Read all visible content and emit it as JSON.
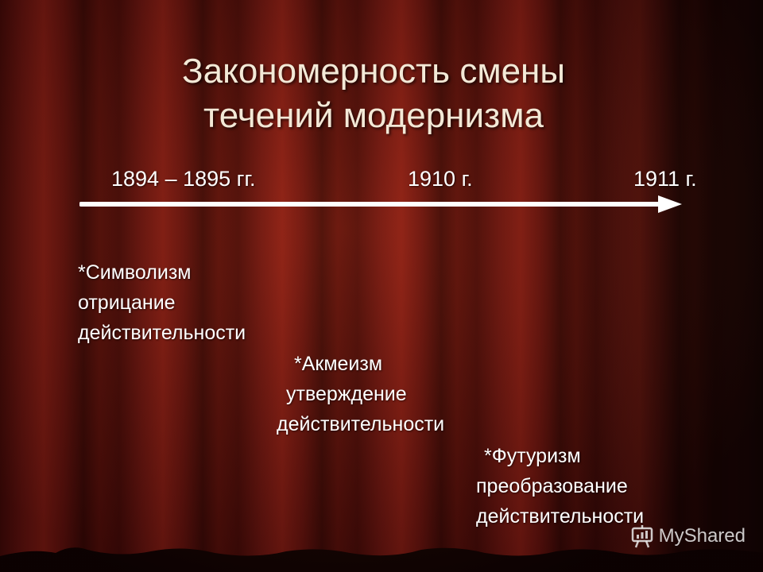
{
  "slide": {
    "title_line1": "Закономерность смены",
    "title_line2": "течений модернизма",
    "timeline": {
      "date1": "1894 – 1895 гг.",
      "date2": "1910 г.",
      "date3": "1911 г."
    },
    "movements": [
      {
        "name": "*Символизм",
        "line2": "отрицание",
        "line3": "действительности"
      },
      {
        "name": "*Акмеизм",
        "line2": "утверждение",
        "line3": "действительности"
      },
      {
        "name": "*Футуризм",
        "line2": "преобразование",
        "line3": "действительности"
      }
    ]
  },
  "watermark": {
    "text": "MyShared"
  },
  "colors": {
    "curtain": "#6e1410",
    "text": "#ffffff",
    "title": "#f3e9d7"
  }
}
